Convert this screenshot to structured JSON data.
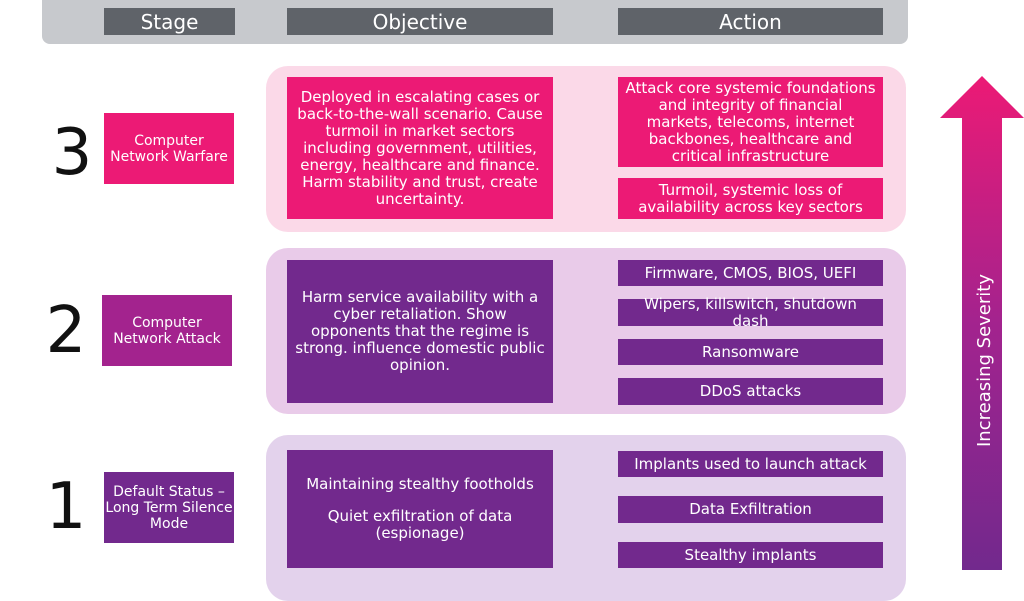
{
  "header": {
    "stage": "Stage",
    "objective": "Objective",
    "action": "Action"
  },
  "rows": [
    {
      "number": "3",
      "stage": "Computer Network Warfare",
      "objective": "Deployed in escalating cases or back-to-the-wall scenario. Cause turmoil in market sectors including government, utilities, energy, healthcare and finance. Harm stability and trust, create uncertainty.",
      "actions": [
        "Attack core systemic foundations and integrity of financial markets, telecoms, internet backbones, healthcare and critical infrastructure",
        "Turmoil, systemic loss of availability across key sectors"
      ]
    },
    {
      "number": "2",
      "stage": "Computer Network Attack",
      "objective": "Harm service availability with a cyber retaliation. Show opponents that the regime is strong. influence domestic public opinion.",
      "actions": [
        "Firmware, CMOS, BIOS, UEFI",
        "Wipers, killswitch, shutdown dash",
        "Ransomware",
        "DDoS attacks"
      ]
    },
    {
      "number": "1",
      "stage": "Default Status – Long Term Silence Mode",
      "objective_lines": [
        "Maintaining stealthy footholds",
        "Quiet exfiltration of data (espionage)"
      ],
      "actions": [
        "Implants used to launch attack",
        "Data Exfiltration",
        "Stealthy implants"
      ]
    }
  ],
  "arrow": {
    "label": "Increasing Severity"
  },
  "colors": {
    "level3": "#ec1a75",
    "level2": "#a3238e",
    "level1": "#72298d",
    "header": "#5f6369"
  }
}
